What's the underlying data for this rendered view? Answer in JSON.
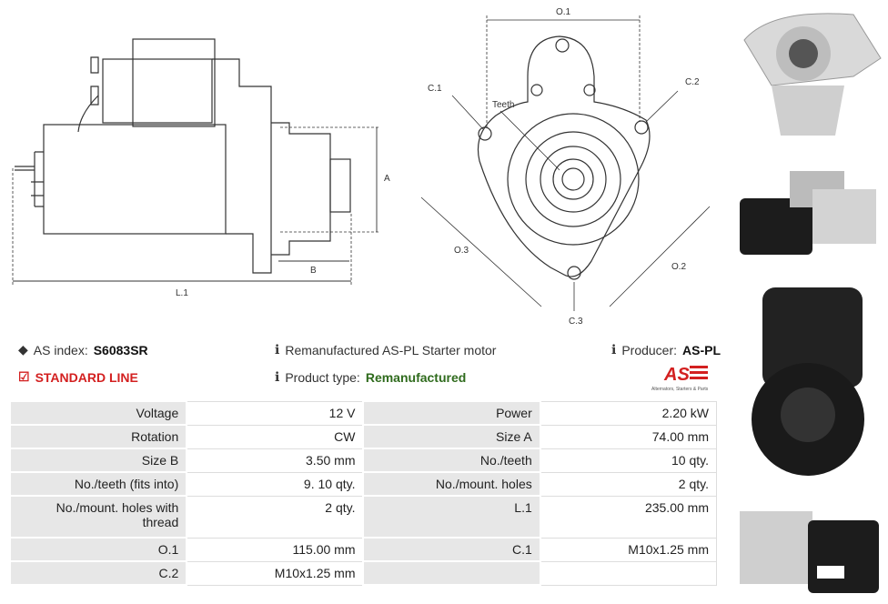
{
  "diagram": {
    "side_labels": {
      "A": "A",
      "B": "B",
      "L1": "L.1"
    },
    "front_labels": {
      "O1": "O.1",
      "O2": "O.2",
      "O3": "O.3",
      "C1": "C.1",
      "C2": "C.2",
      "C3": "C.3",
      "teeth": "Teeth"
    }
  },
  "info": {
    "as_index_label": "AS index:",
    "as_index_value": "S6083SR",
    "line_label": "STANDARD LINE",
    "description": "Remanufactured AS-PL Starter motor",
    "product_type_label": "Product type:",
    "product_type_value": "Remanufactured",
    "producer_label": "Producer:",
    "producer_value": "AS-PL"
  },
  "logo": {
    "mark": "AS",
    "tagline": "Alternators, Starters & Parts"
  },
  "specs": [
    [
      "Voltage",
      "12 V",
      "Power",
      "2.20 kW"
    ],
    [
      "Rotation",
      "CW",
      "Size A",
      "74.00 mm"
    ],
    [
      "Size B",
      "3.50 mm",
      "No./teeth",
      "10 qty."
    ],
    [
      "No./teeth (fits into)",
      "9. 10 qty.",
      "No./mount. holes",
      "2 qty."
    ],
    [
      "No./mount. holes with thread",
      "2 qty.",
      "L.1",
      "235.00 mm"
    ],
    [
      "O.1",
      "115.00 mm",
      "C.1",
      "M10x1.25 mm"
    ],
    [
      "C.2",
      "M10x1.25 mm",
      "",
      ""
    ]
  ],
  "colors": {
    "accent_red": "#d32020",
    "green": "#2f6b1d",
    "label_bg": "#e7e7e7"
  }
}
